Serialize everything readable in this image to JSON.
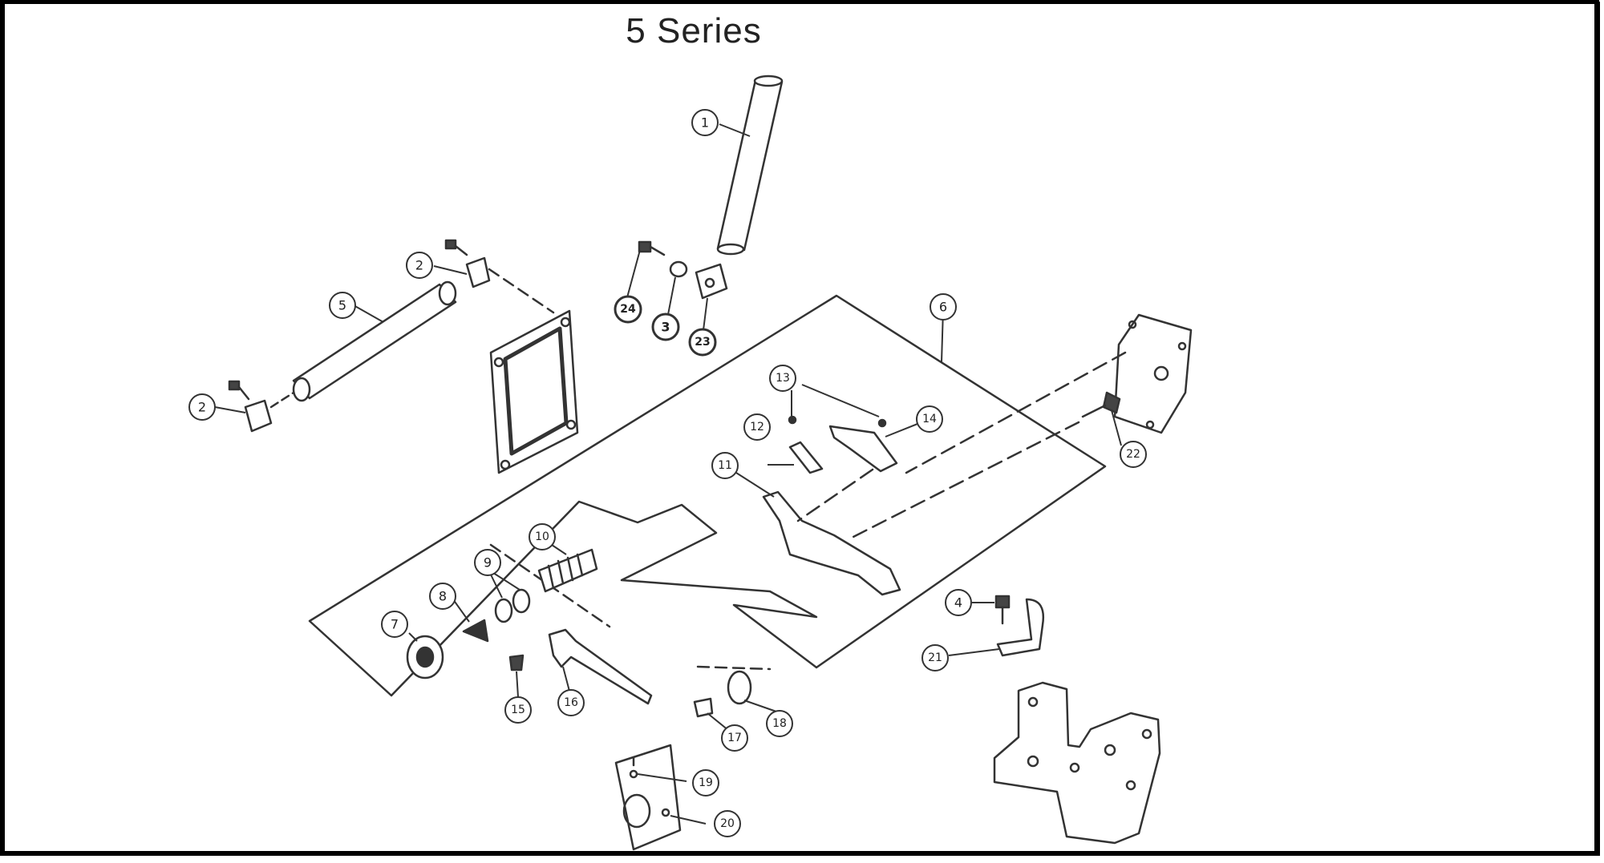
{
  "title": "5  Series",
  "callouts": [
    "1",
    "2",
    "2",
    "3",
    "4",
    "5",
    "6",
    "7",
    "8",
    "9",
    "10",
    "11",
    "12",
    "13",
    "14",
    "15",
    "16",
    "17",
    "18",
    "19",
    "20",
    "21",
    "22",
    "23",
    "24"
  ],
  "colors": {
    "line": "#333333",
    "background": "#ffffff",
    "border": "#000000"
  }
}
